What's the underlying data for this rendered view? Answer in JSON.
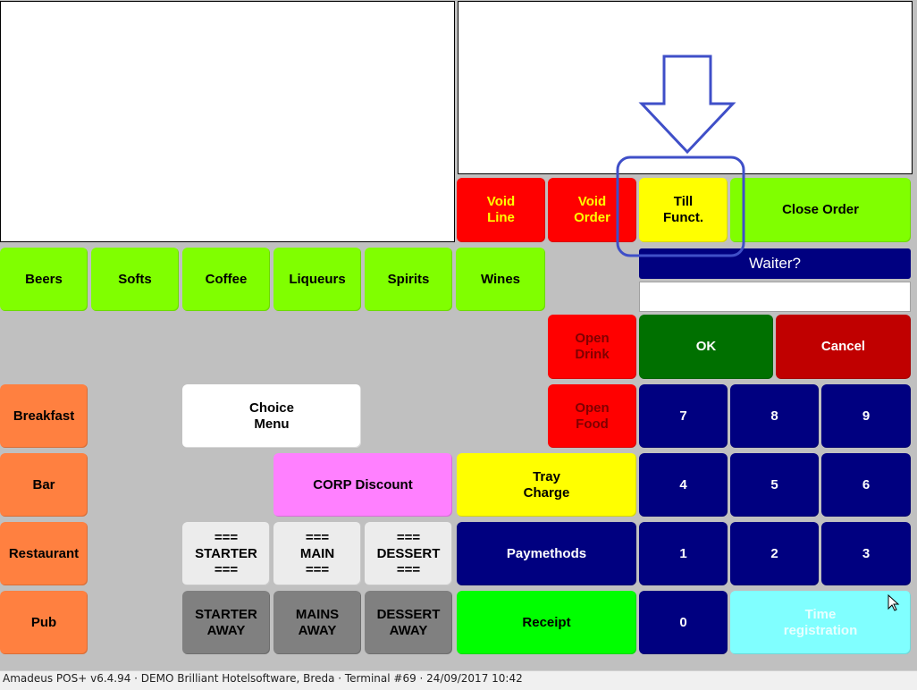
{
  "order_panel": {},
  "info_panel": {},
  "function_buttons": {
    "void_line": "Void\nLine",
    "void_order": "Void\nOrder",
    "till_funct": "Till\nFunct.",
    "close_order": "Close Order"
  },
  "categories": [
    "Beers",
    "Softs",
    "Coffee",
    "Liqueurs",
    "Spirits",
    "Wines"
  ],
  "outlets": [
    "Breakfast",
    "Bar",
    "Restaurant",
    "Pub"
  ],
  "waiter": {
    "prompt": "Waiter?",
    "value": ""
  },
  "open_buttons": {
    "open_drink": "Open\nDrink",
    "open_food": "Open\nFood"
  },
  "keypad": {
    "ok": "OK",
    "cancel": "Cancel",
    "keys": [
      "7",
      "8",
      "9",
      "4",
      "5",
      "6",
      "1",
      "2",
      "3",
      "0"
    ],
    "time_registration": "Time\nregistration"
  },
  "menu_buttons": {
    "choice_menu": "Choice\nMenu",
    "corp_discount": "CORP Discount",
    "tray_charge": "Tray\nCharge",
    "paymethods": "Paymethods",
    "receipt": "Receipt"
  },
  "courses": {
    "starter": "===\nSTARTER\n===",
    "main": "===\nMAIN\n===",
    "dessert": "===\nDESSERT\n===",
    "starter_away": "STARTER\nAWAY",
    "mains_away": "MAINS\nAWAY",
    "dessert_away": "DESSERT\nAWAY"
  },
  "status_bar": "Amadeus POS+ v6.4.94 · DEMO Brilliant Hotelsoftware, Breda · Terminal #69 · 24/09/2017 10:42",
  "annotation": {
    "color": "#3f4fc8"
  },
  "colors": {
    "background": "#c0c0c0",
    "green": "#80ff00",
    "orange": "#ff8040",
    "red": "#ff0000",
    "yellow": "#ffff00",
    "navy": "#000080",
    "pink": "#ff80ff",
    "cyan": "#80ffff"
  }
}
